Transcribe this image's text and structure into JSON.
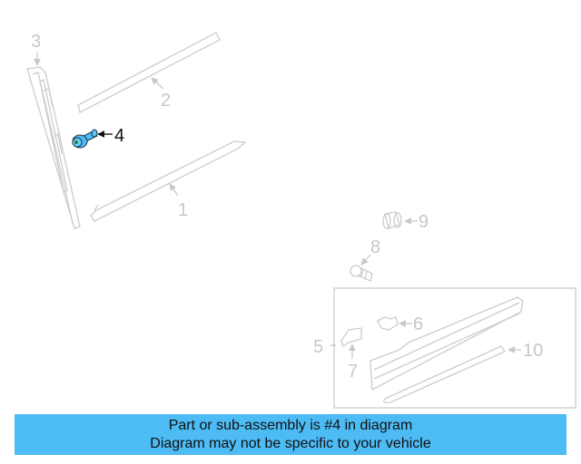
{
  "diagram": {
    "highlighted_part": "4",
    "line_color": "#cccccc",
    "highlight_color": "#4dbbf4",
    "callouts": [
      {
        "number": "1",
        "label": "1"
      },
      {
        "number": "2",
        "label": "2"
      },
      {
        "number": "3",
        "label": "3"
      },
      {
        "number": "4",
        "label": "4"
      },
      {
        "number": "5",
        "label": "5"
      },
      {
        "number": "6",
        "label": "6"
      },
      {
        "number": "7",
        "label": "7"
      },
      {
        "number": "8",
        "label": "8"
      },
      {
        "number": "9",
        "label": "9"
      },
      {
        "number": "10",
        "label": "10"
      }
    ]
  },
  "banner": {
    "line1": "Part or sub-assembly is #4 in diagram",
    "line2": "Diagram may not be specific to your vehicle",
    "background": "#4dbbf4"
  }
}
